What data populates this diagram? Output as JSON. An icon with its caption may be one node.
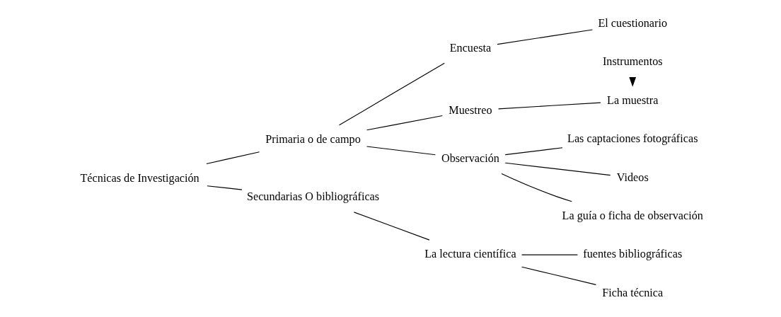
{
  "diagram": {
    "nodes": [
      {
        "text": [
          "Técnicas de Investigación"
        ]
      },
      {
        "text": [
          "Primaria o de campo"
        ]
      },
      {
        "text": [
          "Secundarias O bibliográficas"
        ]
      },
      {
        "text": [
          "Muestreo"
        ]
      },
      {
        "text": [
          "Observación"
        ]
      },
      {
        "text": [
          "Encuesta"
        ]
      },
      {
        "text": [
          "Instrumentos"
        ]
      },
      {
        "text": [
          "La muestra"
        ]
      },
      {
        "text": [
          "La guía o ficha de observación"
        ]
      },
      {
        "text": [
          "Las captaciones fotográficas"
        ]
      },
      {
        "text": [
          "Videos"
        ]
      },
      {
        "text": [
          "El cuestionario"
        ]
      },
      {
        "text": [
          "La lectura científica"
        ]
      },
      {
        "text": [
          "fuentes bibliográficas"
        ]
      },
      {
        "text": [
          "Ficha técnica"
        ]
      }
    ],
    "edges": [
      {
        "from": 0,
        "to": 1,
        "arrow": "none"
      },
      {
        "from": 0,
        "to": 2,
        "arrow": "none"
      },
      {
        "from": 1,
        "to": 3,
        "arrow": "none"
      },
      {
        "from": 1,
        "to": 4,
        "arrow": "none"
      },
      {
        "from": 1,
        "to": 5,
        "arrow": "none"
      },
      {
        "from": 3,
        "to": 7,
        "arrow": "none"
      },
      {
        "from": 4,
        "to": 8,
        "arrow": "none"
      },
      {
        "from": 4,
        "to": 9,
        "arrow": "none"
      },
      {
        "from": 4,
        "to": 10,
        "arrow": "none"
      },
      {
        "from": 5,
        "to": 11,
        "arrow": "none"
      },
      {
        "from": 2,
        "to": 12,
        "arrow": "none"
      },
      {
        "from": 12,
        "to": 13,
        "arrow": "none"
      },
      {
        "from": 12,
        "to": 14,
        "arrow": "none"
      },
      {
        "from": 6,
        "to": 7,
        "arrow": "to"
      }
    ]
  }
}
